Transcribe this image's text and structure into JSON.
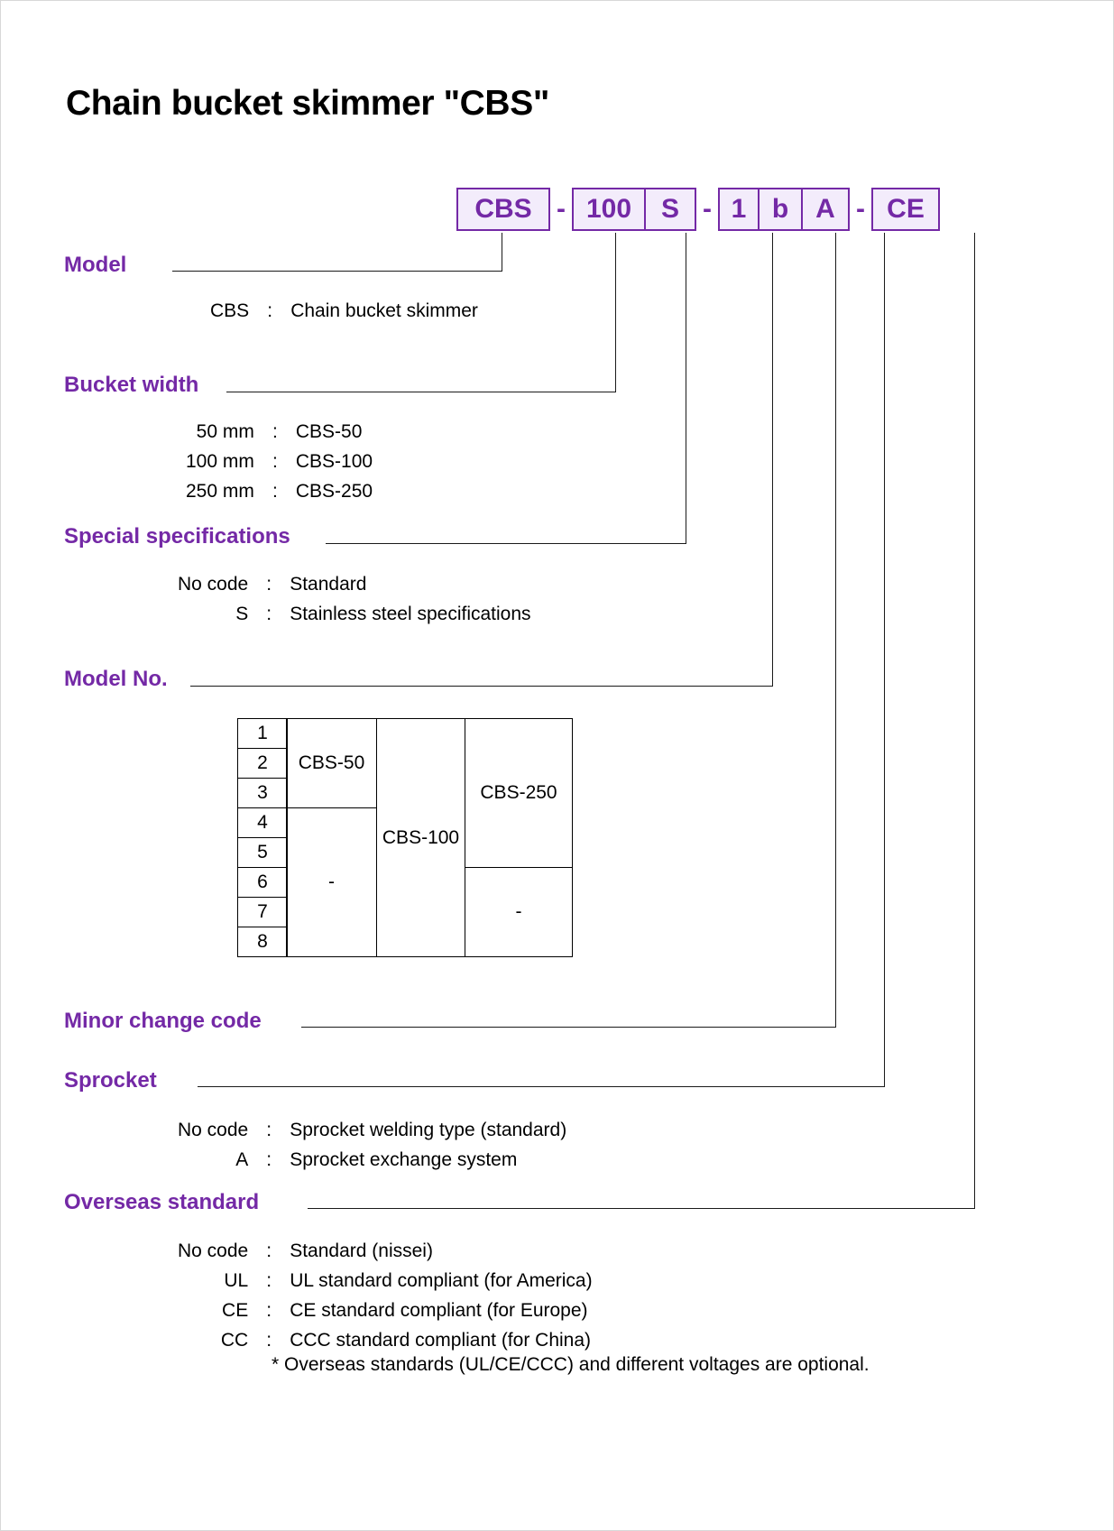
{
  "document": {
    "title": "Chain bucket skimmer \"CBS\"",
    "accent_color": "#7429a6",
    "box_fill_color": "#f3ecfb",
    "line_color": "#1a1a1a"
  },
  "model_code": {
    "groups": [
      {
        "cells": [
          "CBS"
        ]
      },
      {
        "cells": [
          "100",
          "S"
        ]
      },
      {
        "cells": [
          "1",
          "b",
          "A"
        ]
      },
      {
        "cells": [
          "CE"
        ]
      }
    ],
    "separator": "-",
    "flat": [
      "CBS",
      "-",
      "100",
      "S",
      "-",
      "1",
      "b",
      "A",
      "-",
      "CE"
    ]
  },
  "sections": {
    "model": {
      "heading": "Model",
      "rows": [
        {
          "code": "CBS",
          "colon": ":",
          "desc": "Chain bucket skimmer"
        }
      ]
    },
    "bucket_width": {
      "heading": "Bucket width",
      "rows": [
        {
          "code": "50 mm",
          "colon": ":",
          "desc": "CBS-50"
        },
        {
          "code": "100 mm",
          "colon": ":",
          "desc": "CBS-100"
        },
        {
          "code": "250 mm",
          "colon": ":",
          "desc": "CBS-250"
        }
      ]
    },
    "special_specifications": {
      "heading": "Special specifications",
      "rows": [
        {
          "code": "No code",
          "colon": ":",
          "desc": "Standard"
        },
        {
          "code": "S",
          "colon": ":",
          "desc": "Stainless steel specifications"
        }
      ]
    },
    "model_no": {
      "heading": "Model No.",
      "table": {
        "numbers": [
          "1",
          "2",
          "3",
          "4",
          "5",
          "6",
          "7",
          "8"
        ],
        "columns": [
          {
            "label": "CBS-50",
            "rows": "1-3",
            "empty_label": "-"
          },
          {
            "label": "CBS-100",
            "rows": "1-8",
            "empty_label": ""
          },
          {
            "label": "CBS-250",
            "rows": "1-5",
            "empty_label": "-"
          }
        ]
      }
    },
    "minor_change_code": {
      "heading": "Minor change code",
      "rows": []
    },
    "sprocket": {
      "heading": "Sprocket",
      "rows": [
        {
          "code": "No code",
          "colon": ":",
          "desc": "Sprocket welding type (standard)"
        },
        {
          "code": "A",
          "colon": ":",
          "desc": "Sprocket exchange system"
        }
      ]
    },
    "overseas_standard": {
      "heading": "Overseas standard",
      "rows": [
        {
          "code": "No code",
          "colon": ":",
          "desc": "Standard (nissei)"
        },
        {
          "code": "UL",
          "colon": ":",
          "desc": "UL standard compliant (for America)"
        },
        {
          "code": "CE",
          "colon": ":",
          "desc": "CE standard compliant (for Europe)"
        },
        {
          "code": "CC",
          "colon": ":",
          "desc": "CCC standard compliant (for China)"
        }
      ],
      "footnote": "* Overseas standards (UL/CE/CCC) and different voltages are optional."
    }
  }
}
